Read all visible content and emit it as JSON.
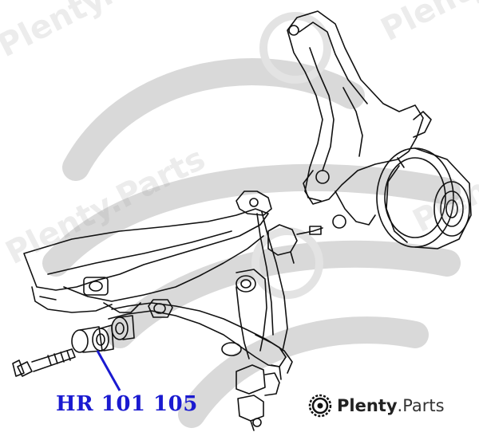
{
  "part_label": {
    "text": "HR 101 105",
    "color": "#1a1ad0"
  },
  "brand": {
    "name_bold": "Plenty",
    "name_rest": ".Parts",
    "logo_icon": "plenty-parts-gear-logo-icon"
  },
  "watermark": {
    "text": "Plenty.Parts"
  },
  "colors": {
    "line": "#111111",
    "watermark": "#d4d4d4",
    "label": "#1a1ad0"
  }
}
